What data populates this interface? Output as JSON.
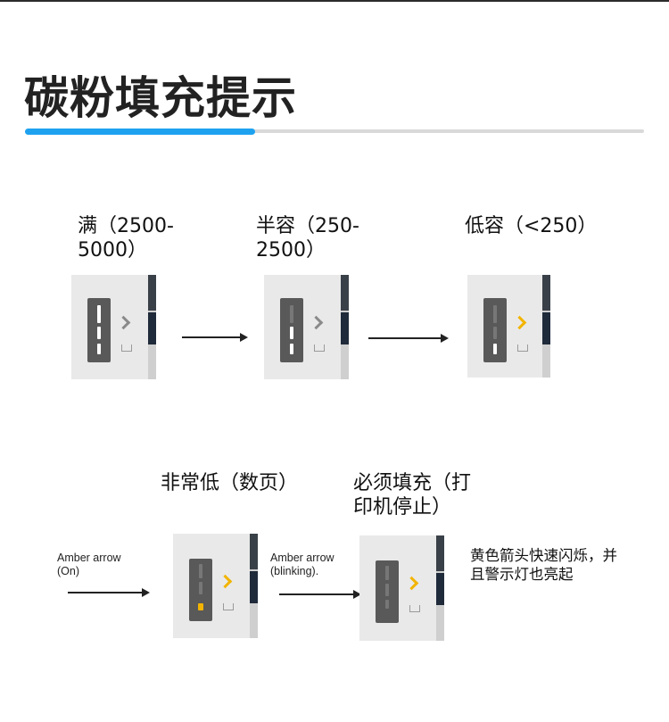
{
  "title": "碳粉填充提示",
  "states": [
    {
      "label": "满（2500-5000）"
    },
    {
      "label": "半容（250-2500）"
    },
    {
      "label": "低容（<250）"
    },
    {
      "label": "非常低（数页）"
    },
    {
      "label": "必须填充（打印机停止）"
    }
  ],
  "notes": {
    "amber_on": "Amber arrow (On)",
    "amber_blinking": "Amber arrow (blinking).",
    "cn_description": "黄色箭头快速闪烁，并且警示灯也亮起"
  },
  "colors": {
    "accent_blue": "#1ea2f0",
    "amber": "#f2b400",
    "panel_bg": "#e9e9e9",
    "panel_body": "#595959"
  },
  "icons": [
    "exclamation-bar-icon",
    "chevron-right-icon",
    "tray-icon",
    "arrow-right-icon"
  ]
}
